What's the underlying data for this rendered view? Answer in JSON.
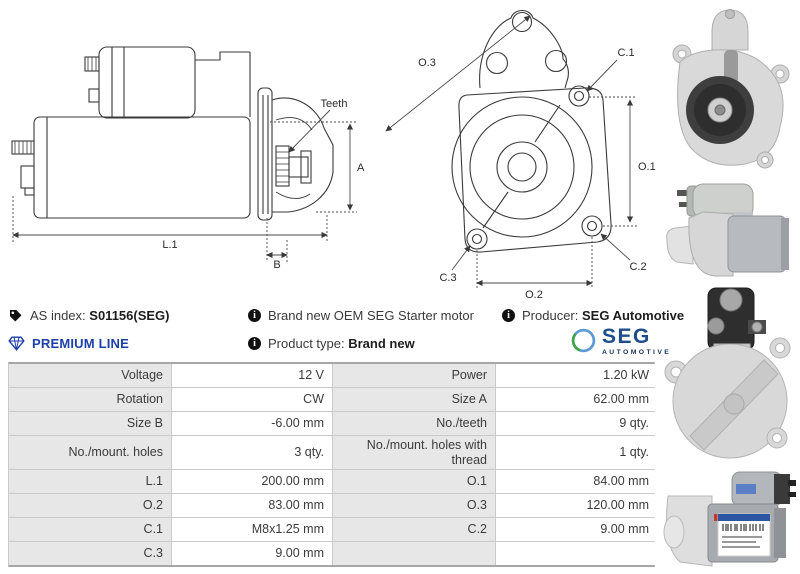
{
  "header": {
    "as_index": {
      "label": "AS index:",
      "value": "S01156(SEG)"
    },
    "premium_line": "PREMIUM LINE",
    "description": "Brand new OEM SEG Starter motor",
    "product_type": {
      "label": "Product type:",
      "value": "Brand new"
    },
    "producer": {
      "label": "Producer:",
      "value": "SEG Automotive"
    },
    "info_icon_glyph": "i",
    "logo": {
      "text": "SEG",
      "subtext": "AUTOMOTIVE"
    }
  },
  "diagram": {
    "side_labels": {
      "teeth": "Teeth",
      "a": "A",
      "l1": "L.1",
      "b": "B"
    },
    "front_labels": {
      "o3": "O.3",
      "c1": "C.1",
      "o1": "O.1",
      "c2": "C.2",
      "c3": "C.3",
      "o2": "O.2"
    }
  },
  "photos": {
    "alt_front": "starter-motor-front-view-photo",
    "alt_side": "starter-motor-side-view-photo",
    "alt_rear": "starter-motor-rear-view-photo",
    "alt_side_label": "starter-motor-side-view-with-label-photo"
  },
  "colors": {
    "premium_blue": "#1d3fa8",
    "logo_navy": "#1d4e89",
    "logo_ring_blue": "#5b9bd5",
    "logo_ring_green": "#44a24a",
    "table_label_bg": "#e7e7e7",
    "table_border": "#c9c9c9"
  },
  "spec_table": {
    "rows": [
      {
        "label1": "Voltage",
        "value1": "12 V",
        "label2": "Power",
        "value2": "1.20 kW"
      },
      {
        "label1": "Rotation",
        "value1": "CW",
        "label2": "Size A",
        "value2": "62.00 mm"
      },
      {
        "label1": "Size B",
        "value1": "-6.00 mm",
        "label2": "No./teeth",
        "value2": "9 qty."
      },
      {
        "label1": "No./mount. holes",
        "value1": "3 qty.",
        "label2": "No./mount. holes with thread",
        "value2": "1 qty."
      },
      {
        "label1": "L.1",
        "value1": "200.00 mm",
        "label2": "O.1",
        "value2": "84.00 mm"
      },
      {
        "label1": "O.2",
        "value1": "83.00 mm",
        "label2": "O.3",
        "value2": "120.00 mm"
      },
      {
        "label1": "C.1",
        "value1": "M8x1.25 mm",
        "label2": "C.2",
        "value2": "9.00 mm"
      },
      {
        "label1": "C.3",
        "value1": "9.00 mm",
        "label2": "",
        "value2": ""
      }
    ]
  }
}
